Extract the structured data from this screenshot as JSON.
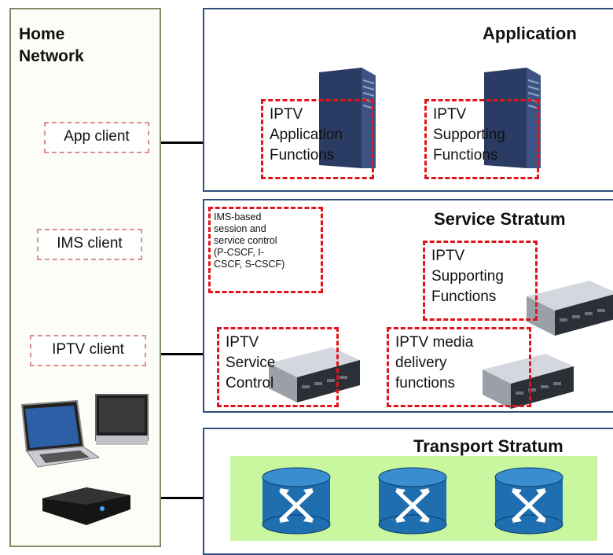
{
  "home_network": {
    "title": "Home\nNetwork",
    "clients": [
      "App client",
      "IMS client",
      "IPTV client"
    ]
  },
  "application": {
    "title": "Application",
    "functions": [
      "IPTV\nApplication\nFunctions",
      "IPTV\nSupporting\nFunctions"
    ]
  },
  "service_stratum": {
    "title": "Service Stratum",
    "ims_session": "IMS-based\nsession and\nservice control\n(P-CSCF, I-\nCSCF, S-CSCF)",
    "supporting": "IPTV\nSupporting\nFunctions",
    "service_control": "IPTV\nService\nControl",
    "media_delivery": "IPTV media\ndelivery\nfunctions"
  },
  "transport_stratum": {
    "title": "Transport Stratum"
  },
  "colors": {
    "panel_border": "#2f4f7f",
    "function_border": "#e0141b",
    "client_border": "#d89090",
    "transport_bg": "#c8f7a0",
    "router": "#1f6fb0"
  }
}
